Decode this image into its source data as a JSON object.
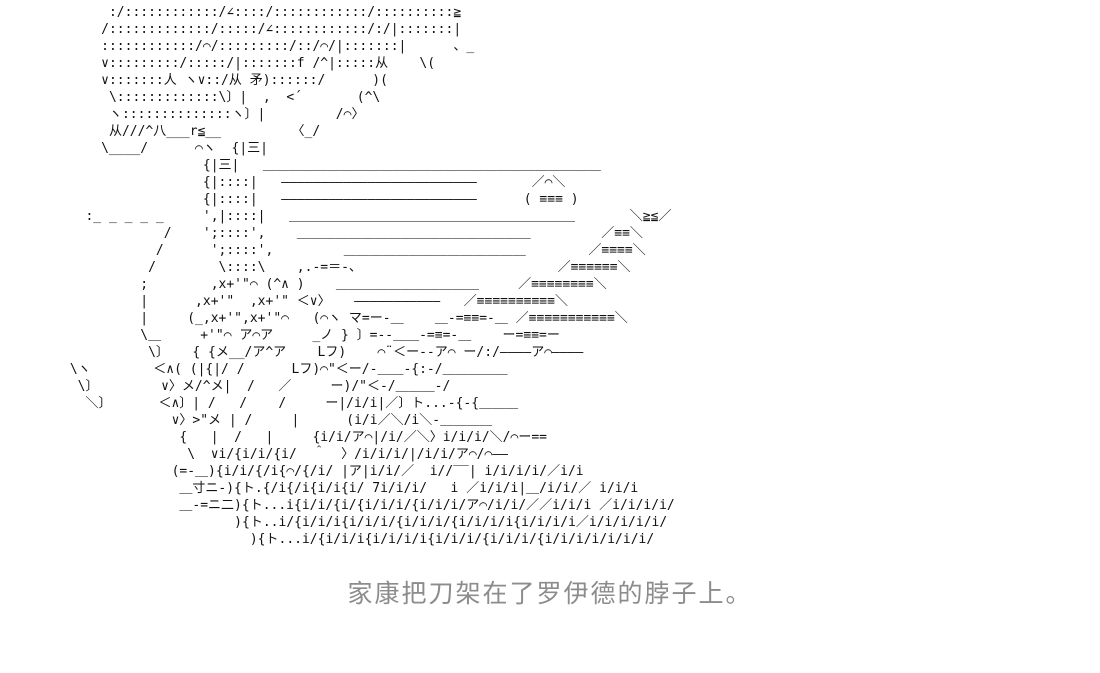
{
  "colors": {
    "background": "#ffffff",
    "art": "#111111",
    "caption": "#8c8c8c"
  },
  "scene": {
    "caption": "家康把刀架在了罗伊德的脖子上。"
  },
  "ascii_art": {
    "lines": [
      "      :/::::::::::::/∠::::/::::::::::::/::::::::::≧",
      "     /:::::::::::::/:::::/∠::::::::::::/:/|:::::::|",
      "     ::::::::::::/⌒/:::::::::/::/⌒/|:::::::|      、_",
      "     ∨:::::::::/:::::/|:::::::f /^|:::::从    \\(",
      "     ∨:::::::人 ヽ∨::/从 矛)::::::/      )(",
      "      \\:::::::::::::\\〕|  ,  <´       (^\\",
      "      ヽ::::::::::::::ヽ〕|         /⌒〉",
      "      从///^八___r≦__         〈_/",
      "     \\____/      ⌒ヽ  {|三|",
      "                  {|三|   ＿＿＿＿＿＿＿＿＿＿＿＿＿＿＿＿＿＿＿＿＿＿＿＿＿＿",
      "                  {|::::|   ―――――――――――――――――――――――――       ／⌒＼",
      "                  {|::::|   ―――――――――――――――――――――――――      ( ≡≡≡ )",
      "   :_ _ _ _ _     ',|::::|   ＿＿＿＿＿＿＿＿＿＿＿＿＿＿＿＿＿＿＿＿＿＿       ＼≧≦／",
      "             /    ';::::',    ＿＿＿＿＿＿＿＿＿＿＿＿＿＿＿＿＿＿         ／≡≡＼",
      "            /      ';::::',         ＿＿＿＿＿＿＿＿＿＿＿＿＿＿        ／≡≡≡≡＼",
      "           /        \\::::\\    ,.-=＝-、                         ／≡≡≡≡≡≡＼",
      "          ;        ,x+'\"⌒ (^∧ )    ＿＿＿＿＿＿＿＿＿＿＿     ／≡≡≡≡≡≡≡≡＼",
      "          |      ,x+'\"  ,x+'\" ＜∨〉   ―――――――――――   ／≡≡≡≡≡≡≡≡≡≡＼",
      "          |     (_,x+'\",x+'\"⌒   (⌒ヽ マ=ー-＿    ＿-=≡≡=-＿ ／≡≡≡≡≡≡≡≡≡≡≡＼",
      "          \\＿     +'\"⌒ ア⌒ア     _ノ } 〕=--＿＿-=≡=-＿    ー=≡≡=ー",
      "           \\〕   { {メ__/ア^ア    Lフ)    ⌒¨＜ー--ア⌒ ー/:/――――ア⌒――――",
      " \\ヽ        ＜∧( (|{|/ /      Lフ)⌒\"＜ー/-＿＿-{:-/＿＿＿＿＿",
      "  \\〕        ∨〉メ/^メ|  /   ／     ー)/\"＜-/＿＿＿-/",
      "   ＼〕      ＜∧〕| /   /    /     ー|/i/i|／〕ト...-{-{＿＿＿",
      "              ∨〉>\"メ | /     |      (i/i／＼/i＼-＿＿＿＿",
      "               {   |  /   |     {i/i/ア⌒|/i/／＼〉i/i/i/＼/⌒ー==",
      "                \\  ∨i/{i/i/{i/  ＾  〉/i/i/i/|/i/i/ア⌒/⌒――",
      "              (=-＿){i/i/{/i{⌒/{/i/ |ア|i/i/／  i//‾‾| i/i/i/i/／i/i",
      "               ＿寸ニ-){ト.{/i{/i{i/i{i/ 7i/i/i/   i ／i/i/i|＿/i/i/／ i/i/i",
      "               ＿-=ニ二){ト...i{i/i/{i/{i/i/i/{i/i/i/ア⌒/i/i/／／i/i/i ／i/i/i/i/",
      "                      ){ト..i/{i/i/i{i/i/i/{i/i/i/{i/i/i/i{i/i/i/i／i/i/i/i/i/",
      "                        ){ト...i/{i/i/i{i/i/i/i{i/i/i/{i/i/i/{i/i/i/i/i/i/i/"
    ]
  }
}
